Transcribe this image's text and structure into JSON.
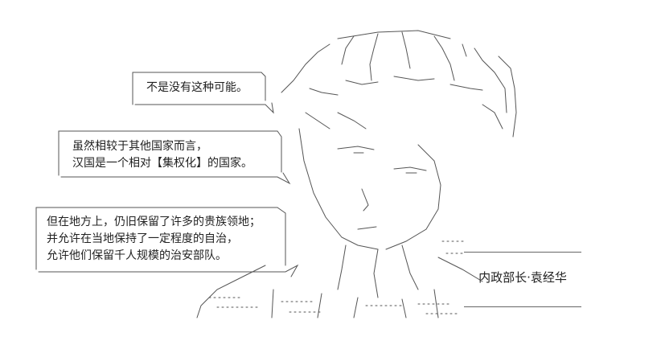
{
  "speech_bubbles": [
    {
      "lines": [
        "不是没有这种可能。"
      ]
    },
    {
      "lines": [
        "虽然相较于其他国家而言，",
        "汉国是一个相对【集权化】的国家。"
      ]
    },
    {
      "lines": [
        "但在地方上，仍旧保留了许多的贵族领地；",
        "并允许在当地保持了一定程度的自治，",
        "允许他们保留千人规模的治安部队。"
      ]
    }
  ],
  "nameplate": {
    "label": "内政部长·袁经华"
  },
  "colors": {
    "ink": "#555555",
    "background": "#ffffff"
  }
}
